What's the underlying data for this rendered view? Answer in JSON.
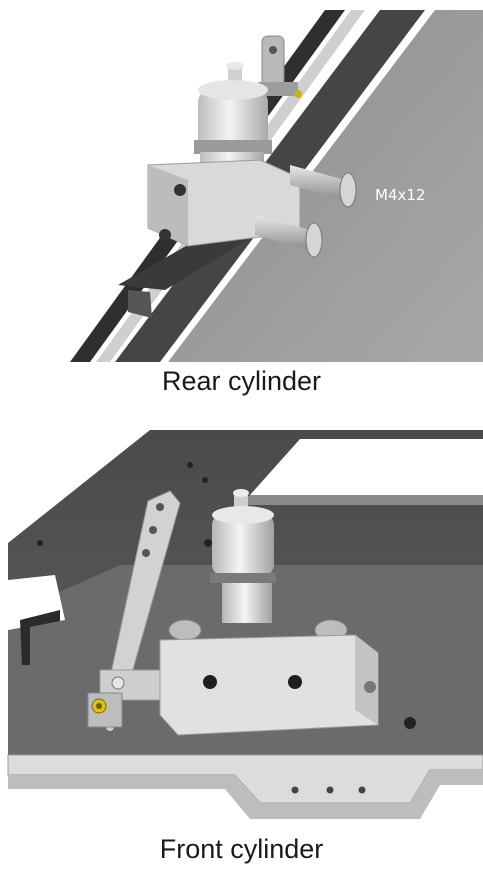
{
  "figure": {
    "rear": {
      "caption": "Rear cylinder",
      "callout_screw": "M4x12"
    },
    "front": {
      "caption": "Front cylinder"
    }
  },
  "colors": {
    "plate_grey": "#9a9a9a",
    "rail_dark": "#3d3d3d",
    "aluminium": "#d6d6d6",
    "fitting_yellow": "#d9c21a"
  }
}
